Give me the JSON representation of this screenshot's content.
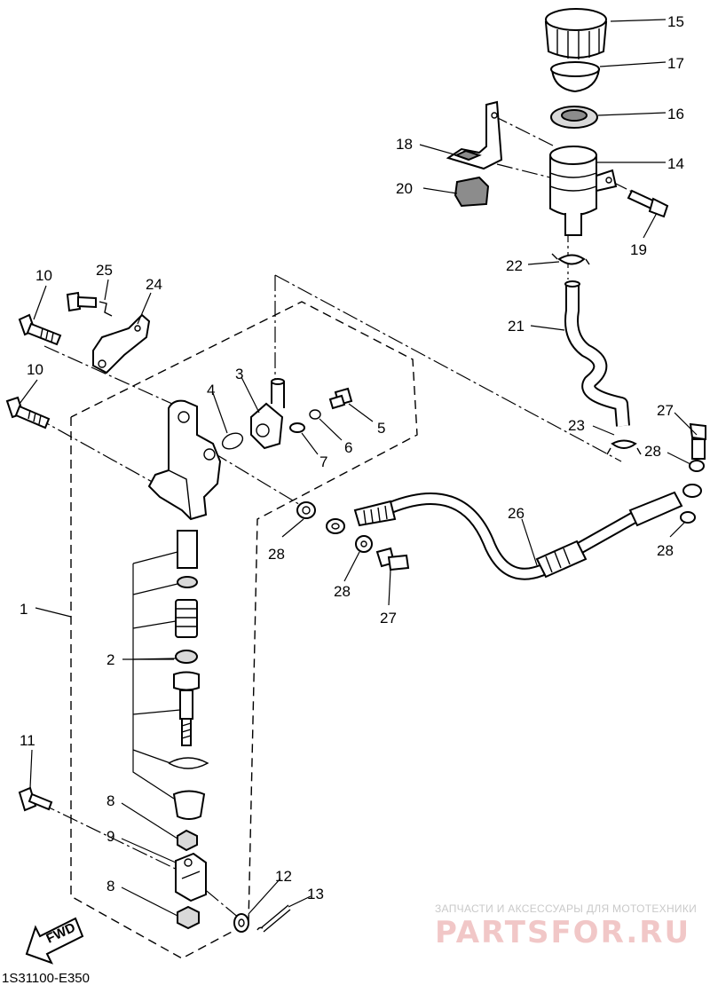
{
  "diagram_code": "1S31100-E350",
  "direction_label": "FWD",
  "watermark": {
    "tagline": "ЗАПЧАСТИ И АКСЕССУАРЫ ДЛЯ МОТОТЕХНИКИ",
    "brand": "PARTSFOR.RU"
  },
  "callouts": {
    "p1": "1",
    "p2": "2",
    "p3": "3",
    "p4": "4",
    "p5": "5",
    "p6": "6",
    "p7": "7",
    "p8a": "8",
    "p8b": "8",
    "p9": "9",
    "p10a": "10",
    "p10b": "10",
    "p11": "11",
    "p12": "12",
    "p13": "13",
    "p14": "14",
    "p15": "15",
    "p16": "16",
    "p17": "17",
    "p18": "18",
    "p19": "19",
    "p20": "20",
    "p21": "21",
    "p22": "22",
    "p23": "23",
    "p24": "24",
    "p25": "25",
    "p26": "26",
    "p27a": "27",
    "p27b": "27",
    "p28a": "28",
    "p28b": "28",
    "p28c": "28",
    "p28d": "28"
  }
}
